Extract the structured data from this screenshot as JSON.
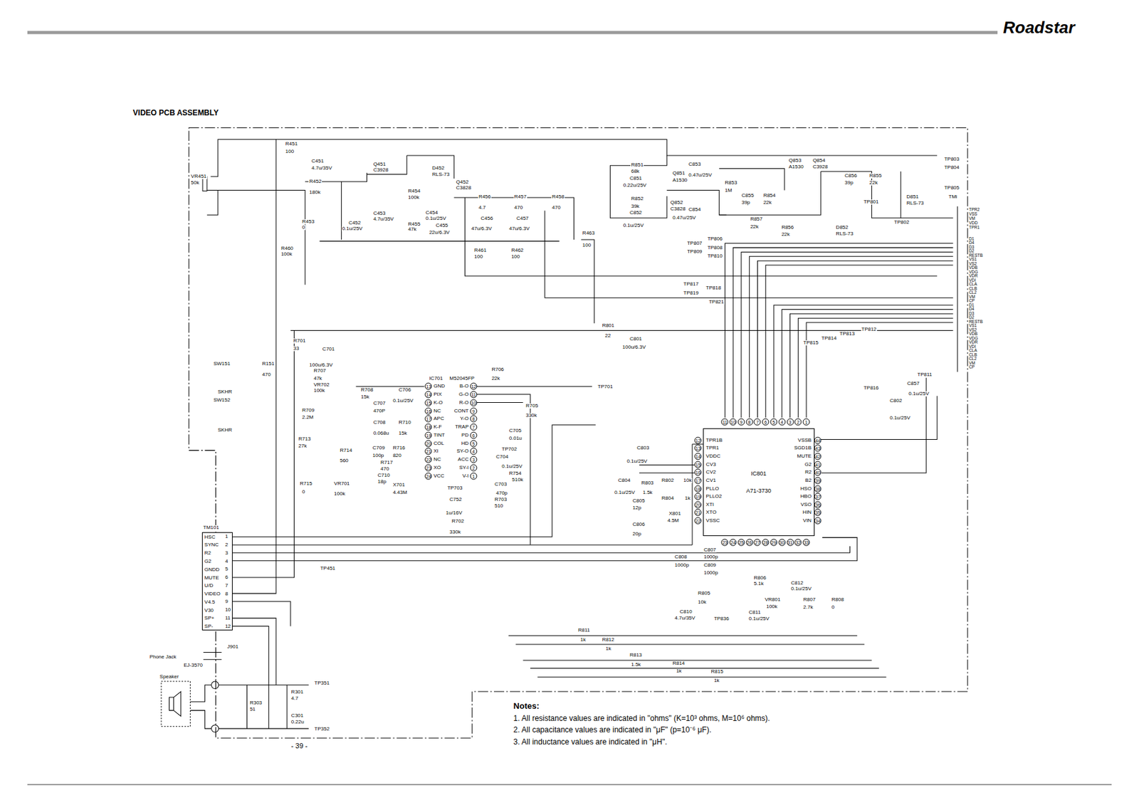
{
  "diagram": {
    "title": "VIDEO PCB ASSEMBLY",
    "nodes": [
      {
        "text": [
          "TM101",
          "HSC",
          "SYNC",
          "R2",
          "G2",
          "GNDD",
          "MUTE",
          "U/D",
          "VIDEO",
          "V4.5",
          "V30",
          "SP+",
          "SP-"
        ]
      },
      {
        "text": [
          "IC801",
          "A71-3730"
        ]
      }
    ],
    "edges": [
      {
        "from": 0,
        "to": 1,
        "arrow": "none"
      }
    ],
    "labels": [
      "Roadstar",
      "Notes:",
      "1. All resistance values are indicated in \"ohms\" (K=10³ ohms, M=10⁶ ohms).",
      "2. All capacitance values are indicated in \"μF\" (p=10⁻⁶ μF).",
      "3. All inductance values are indicated in \"μH\".",
      "- 39 -",
      "VR451",
      "50k",
      "R451",
      "100",
      "C451",
      "4.7u/35V",
      "R452",
      "180k",
      "Q451",
      "C3928",
      "D452",
      "RLS-73",
      "Q452",
      "C3828",
      "R454",
      "100k",
      "C453",
      "4.7u/35V",
      "C452",
      "0.1u/25V",
      "R453",
      "0",
      "R455",
      "47k",
      "C454",
      "0.1u/25V",
      "C455",
      "22u/6.3V",
      "R456",
      "4.7",
      "R457",
      "470",
      "R458",
      "470",
      "C456",
      "47u/6.3V",
      "C457",
      "47u/6.3V",
      "R461",
      "100",
      "R462",
      "100",
      "R463",
      "100",
      "R460",
      "100k",
      "R851",
      "68k",
      "C851",
      "0.22u/25V",
      "R852",
      "39k",
      "C852",
      "0.1u/25V",
      "Q851",
      "A1530",
      "Q852",
      "C3828",
      "C853",
      "0.47u/25V",
      "C854",
      "0.47u/25V",
      "R853",
      "1M",
      "C855",
      "39p",
      "R854",
      "22k",
      "R857",
      "22k",
      "R856",
      "22k",
      "Q853",
      "A1530",
      "Q854",
      "C3928",
      "C856",
      "39p",
      "R855",
      "22k",
      "D851",
      "RLS-73",
      "D852",
      "RLS-73",
      "TP801",
      "TP802",
      "TP803",
      "TP804",
      "TP805",
      "TMi",
      "TP806",
      "TP807",
      "TP808",
      "TP809",
      "TP810",
      "TP817",
      "TP818",
      "TP819",
      "TP821",
      "TP812",
      "TP813",
      "TP814",
      "TP815",
      "TP811",
      "TP816",
      "C857",
      "0.1u/25V",
      "C802",
      "0.1u/25V",
      "R801",
      "22",
      "C801",
      "100u/6.3V",
      "TP701",
      "TPR2",
      "VSS",
      "VM",
      "VDD",
      "TPR1",
      "D1",
      "D4",
      "D3",
      "D2",
      "RESTB",
      "VS1",
      "VS2",
      "VDB",
      "VDG",
      "VDR",
      "VDI",
      "CLA",
      "CLB",
      "CL2",
      "VM",
      "CP",
      "D1",
      "D4",
      "D3",
      "D2",
      "RESTB",
      "VS1",
      "VS2",
      "VDB",
      "VDG",
      "VDR",
      "VDI",
      "CLA",
      "CLB",
      "CL2",
      "VM",
      "CP",
      "R701",
      "33",
      "C701",
      "100u/6.3V",
      "R707",
      "47k",
      "VR702",
      "100k",
      "R706",
      "22k",
      "IC701",
      "M52045FP",
      "R708",
      "15k",
      "C706",
      "0.1u/25V",
      "C707",
      "470P",
      "R709",
      "2.2M",
      "C708",
      "0.068u",
      "R710",
      "15k",
      "R713",
      "27k",
      "R714",
      "560",
      "C709",
      "100p",
      "R716",
      "820",
      "R717",
      "470",
      "C710",
      "18p",
      "X701",
      "4.43M",
      "R715",
      "0",
      "VR701",
      "100k",
      "TP703",
      "C752",
      "1u/16V",
      "R702",
      "330k",
      "SW151",
      "R151",
      "470",
      "SKHR",
      "SW152",
      "SKHR",
      "R705",
      "330k",
      "C705",
      "0.01u",
      "TP702",
      "C704",
      "0.1u/25V",
      "R754",
      "510k",
      "C703",
      "470p",
      "R703",
      "510",
      "13",
      "GND",
      "B-O",
      "12",
      "14",
      "PIX",
      "G-O",
      "11",
      "15",
      "K-O",
      "R-O",
      "10",
      "16",
      "NC",
      "CONT",
      "9",
      "17",
      "APC",
      "Y-O",
      "8",
      "18",
      "K-F",
      "TRAP",
      "7",
      "19",
      "TINT",
      "PD",
      "6",
      "20",
      "COL",
      "HD",
      "5",
      "21",
      "XI",
      "SY-O",
      "4",
      "22",
      "NC",
      "ACC",
      "3",
      "23",
      "XO",
      "SY-I",
      "2",
      "24",
      "VCC",
      "V-I",
      "1",
      "12",
      "TPR1B",
      "VSSB",
      "44",
      "13",
      "TPR1",
      "SGD1B",
      "43",
      "14",
      "VDDC",
      "MUTE",
      "42",
      "15",
      "CV3",
      "G2",
      "41",
      "16",
      "CV2",
      "R2",
      "40",
      "17",
      "CV1",
      "B2",
      "39",
      "18",
      "PLLO",
      "HSO",
      "38",
      "19",
      "PLLO2",
      "HBO",
      "37",
      "20",
      "XTI",
      "VSO",
      "36",
      "21",
      "XTO",
      "HIN",
      "35",
      "22",
      "VSSC",
      "VIN",
      "34",
      "11",
      "10",
      "9",
      "8",
      "7",
      "6",
      "5",
      "4",
      "3",
      "2",
      "1",
      "23",
      "24",
      "25",
      "26",
      "27",
      "28",
      "29",
      "30",
      "31",
      "32",
      "33",
      "C803",
      "0.1u/25V",
      "C804",
      "0.1u/25V",
      "R803",
      "1.5k",
      "R802",
      "10k",
      "R804",
      "1k",
      "C805",
      "12p",
      "X801",
      "4.5M",
      "C806",
      "20p",
      "C807",
      "1000p",
      "C808",
      "1000p",
      "C809",
      "1000p",
      "R806",
      "5.1k",
      "C812",
      "0.1u/25V",
      "R805",
      "10k",
      "C810",
      "4.7u/35V",
      "TP836",
      "C811",
      "0.1u/25V",
      "VR801",
      "100k",
      "R807",
      "2.7k",
      "R808",
      "0",
      "R811",
      "1k",
      "R812",
      "1k",
      "R813",
      "1.5k",
      "R814",
      "1k",
      "R815",
      "1k",
      "1",
      "2",
      "3",
      "4",
      "5",
      "6",
      "7",
      "8",
      "9",
      "10",
      "11",
      "12",
      "TP451",
      "J901",
      "Phone Jack",
      "EJ-3570",
      "Speaker",
      "R303",
      "51",
      "R301",
      "4.7",
      "C301",
      "0.22u",
      "TP351",
      "TP352"
    ]
  }
}
